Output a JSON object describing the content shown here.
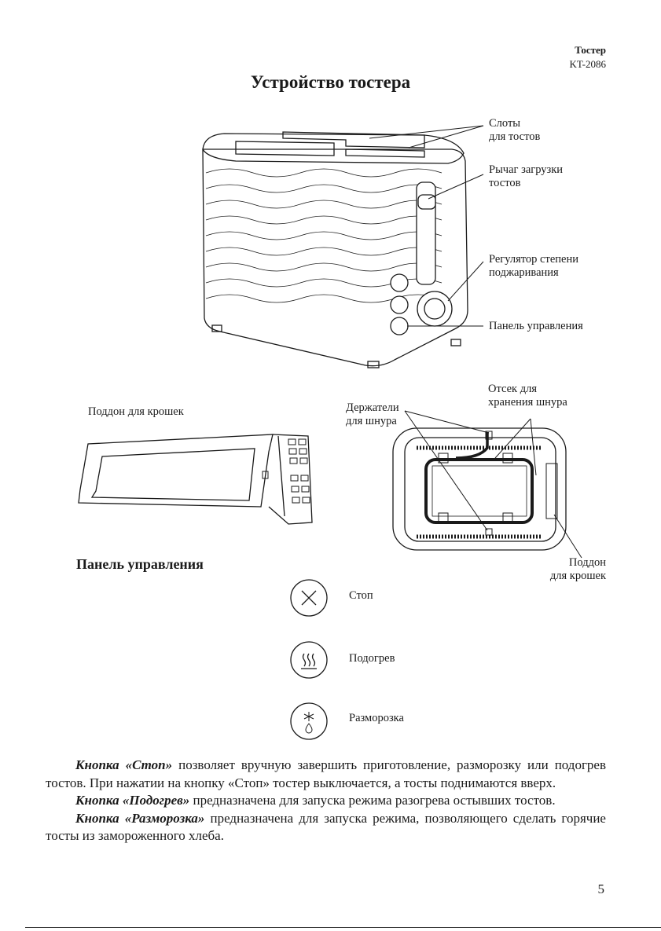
{
  "header": {
    "title": "Тостер",
    "model": "KT-2086"
  },
  "page_title": "Устройство тостера",
  "toaster_labels": {
    "slots": [
      "Слоты",
      "для тостов"
    ],
    "lever": [
      "Рычаг загрузки",
      "тостов"
    ],
    "regulator": [
      "Регулятор степени",
      "поджаривания"
    ],
    "panel": "Панель управления"
  },
  "tray_label": "Поддон для крошек",
  "bottom_labels": {
    "cord_storage": [
      "Отсек для",
      "хранения шнура"
    ],
    "cord_holders": [
      "Держатели",
      "для шнура"
    ],
    "crumb_tray": [
      "Поддон",
      "для крошек"
    ]
  },
  "control_panel": {
    "title": "Панель управления",
    "buttons": [
      {
        "label": "Стоп",
        "icon": "stop-icon"
      },
      {
        "label": "Подогрев",
        "icon": "reheat-icon"
      },
      {
        "label": "Разморозка",
        "icon": "defrost-icon"
      }
    ]
  },
  "paragraphs": [
    {
      "bold": "Кнопка «Стоп»",
      "text": " позволяет вручную завершить приготовление, разморозку или подогрев тостов. При нажатии на кнопку «Стоп» тостер выключается, а тосты поднимаются вверх."
    },
    {
      "bold": "Кнопка «Подогрев»",
      "text": " предназначена для запуска режима разогрева остывших тостов."
    },
    {
      "bold": "Кнопка «Разморозка»",
      "text": " предназначена для запуска режима, позволяющего сделать горячие тосты из замороженного хлеба."
    }
  ],
  "page_number": "5"
}
